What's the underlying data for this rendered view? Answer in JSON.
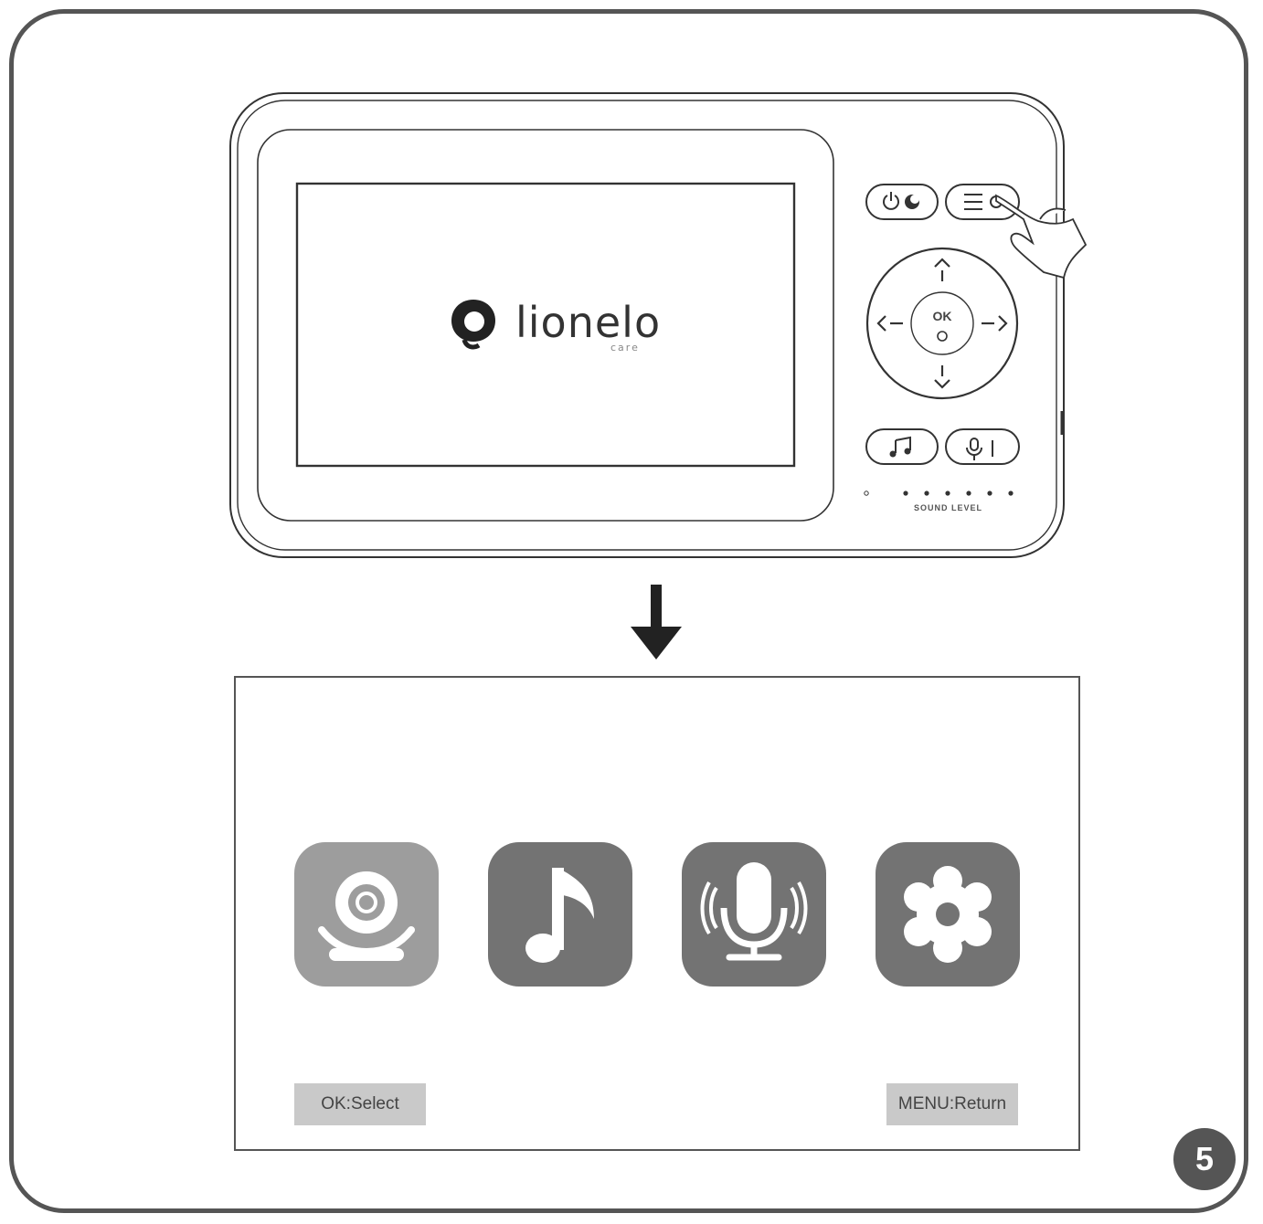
{
  "device": {
    "logo_text": "lionelo",
    "logo_subtext": "care",
    "dpad_center_label": "OK",
    "sound_level_label": "SOUND LEVEL"
  },
  "menu": {
    "items": [
      {
        "icon": "camera-icon"
      },
      {
        "icon": "music-note-icon"
      },
      {
        "icon": "microphone-icon"
      },
      {
        "icon": "settings-gear-icon"
      }
    ],
    "hint_left": "OK:Select",
    "hint_right": "MENU:Return"
  },
  "page_number": "5",
  "colors": {
    "frame": "#555555",
    "tile_active": "#9d9d9d",
    "tile": "#737373",
    "hint_bg": "#c9c9c9",
    "badge": "#555555"
  }
}
